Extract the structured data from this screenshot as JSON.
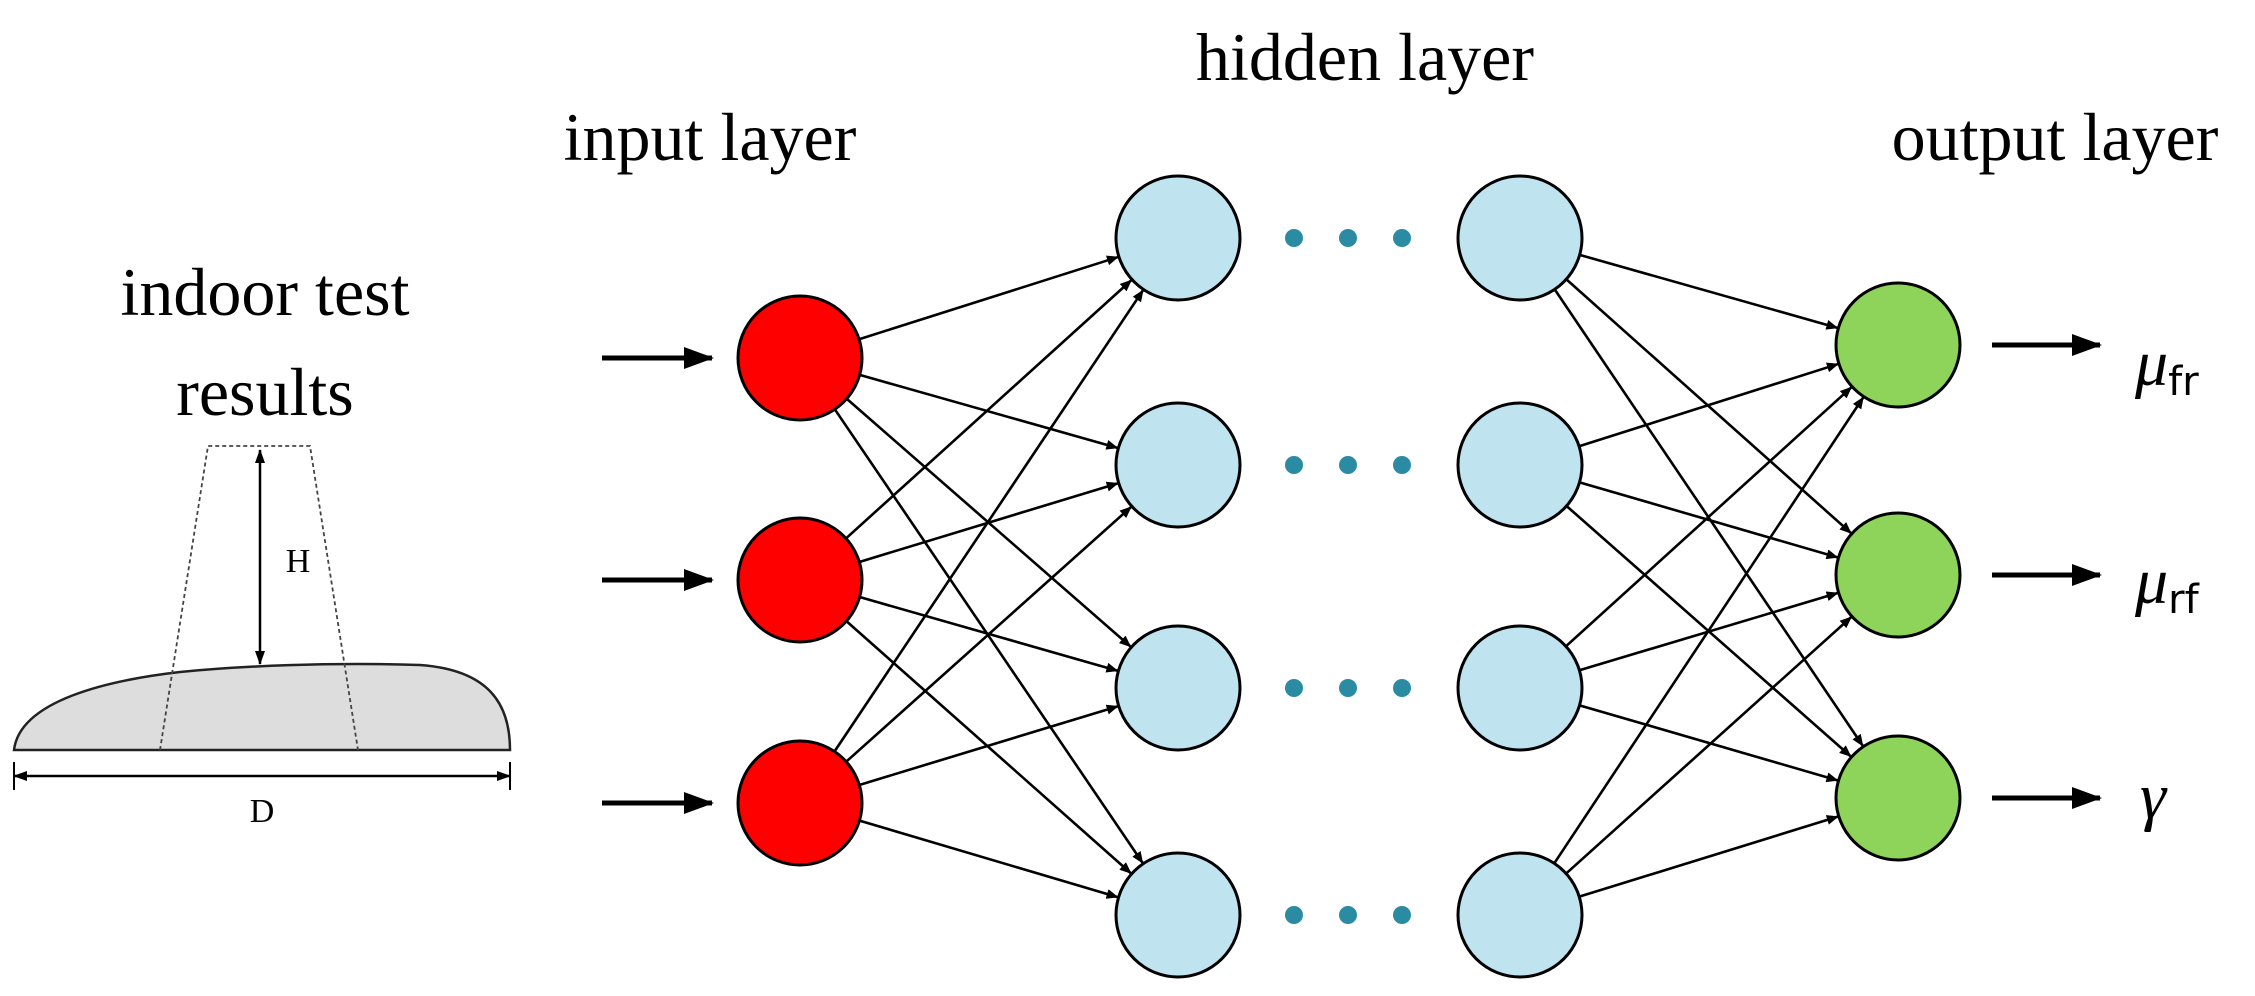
{
  "labels": {
    "input_layer": "input layer",
    "hidden_layer": "hidden layer",
    "output_layer": "output layer",
    "indoor_test_line1": "indoor test",
    "indoor_test_line2": "results",
    "height_label": "H",
    "diameter_label": "D"
  },
  "outputs": [
    {
      "symbol": "μ",
      "sub": "fr"
    },
    {
      "symbol": "μ",
      "sub": "rf"
    },
    {
      "symbol": "γ",
      "sub": ""
    }
  ],
  "network": {
    "input_nodes": 3,
    "hidden_columns": 2,
    "hidden_nodes_per_column": 4,
    "output_nodes": 3
  },
  "colors": {
    "input": "#ff0000",
    "hidden": "#bfe4ef",
    "output": "#8fd45a",
    "dots": "#2b8ba3",
    "pile_fill": "#dddddd"
  }
}
